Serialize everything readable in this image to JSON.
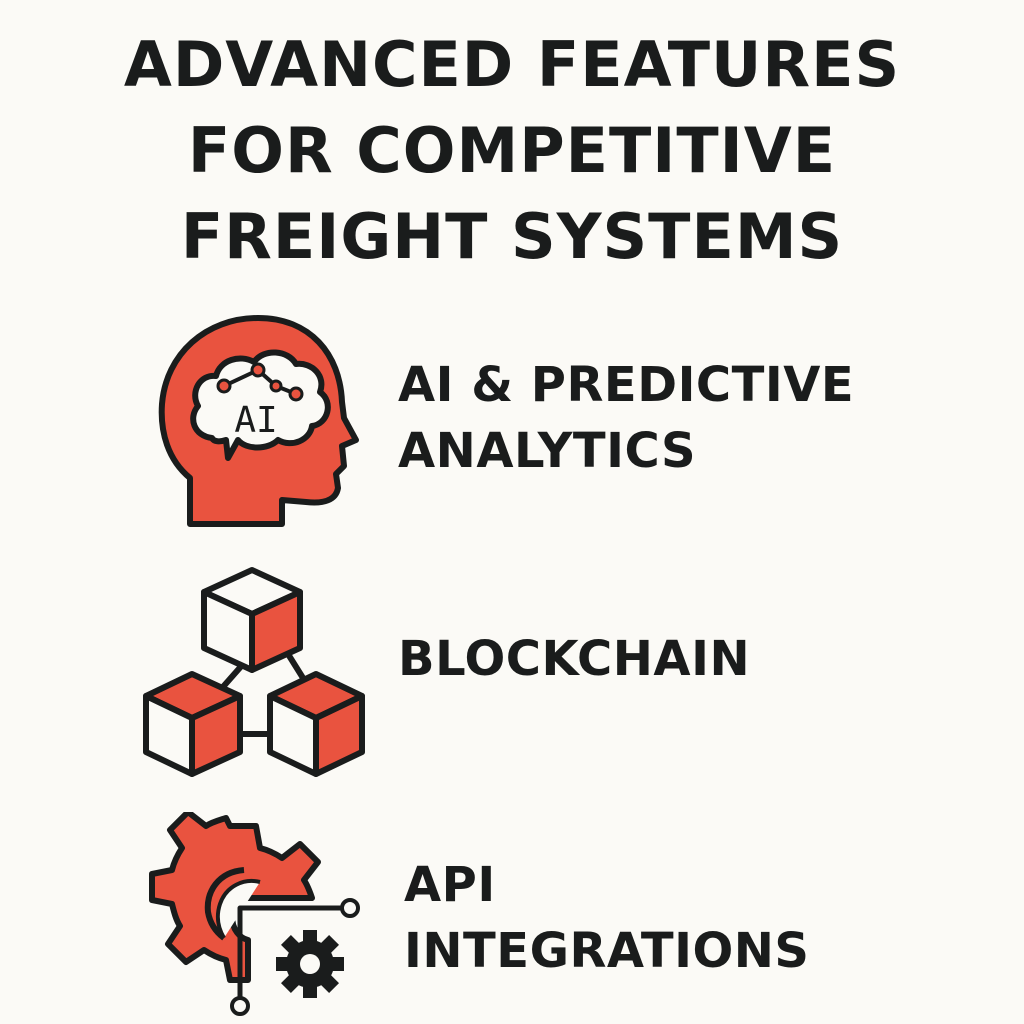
{
  "colors": {
    "background": "#fbfaf6",
    "text": "#1a1c1c",
    "accent": "#e9533f",
    "outline": "#1a1c1c"
  },
  "title": {
    "lines": [
      "ADVANCED FEATURES",
      "FOR COMPETITIVE",
      "FREIGHT SYSTEMS"
    ]
  },
  "features": [
    {
      "icon": "ai-head-icon",
      "icon_text": "AI",
      "label_lines": [
        "AI & PREDICTIVE",
        "ANALYTICS"
      ]
    },
    {
      "icon": "blockchain-cubes-icon",
      "label_lines": [
        "BLOCKCHAIN"
      ]
    },
    {
      "icon": "gear-circuit-icon",
      "label_lines": [
        "API",
        "INTEGRATIONS"
      ]
    }
  ]
}
